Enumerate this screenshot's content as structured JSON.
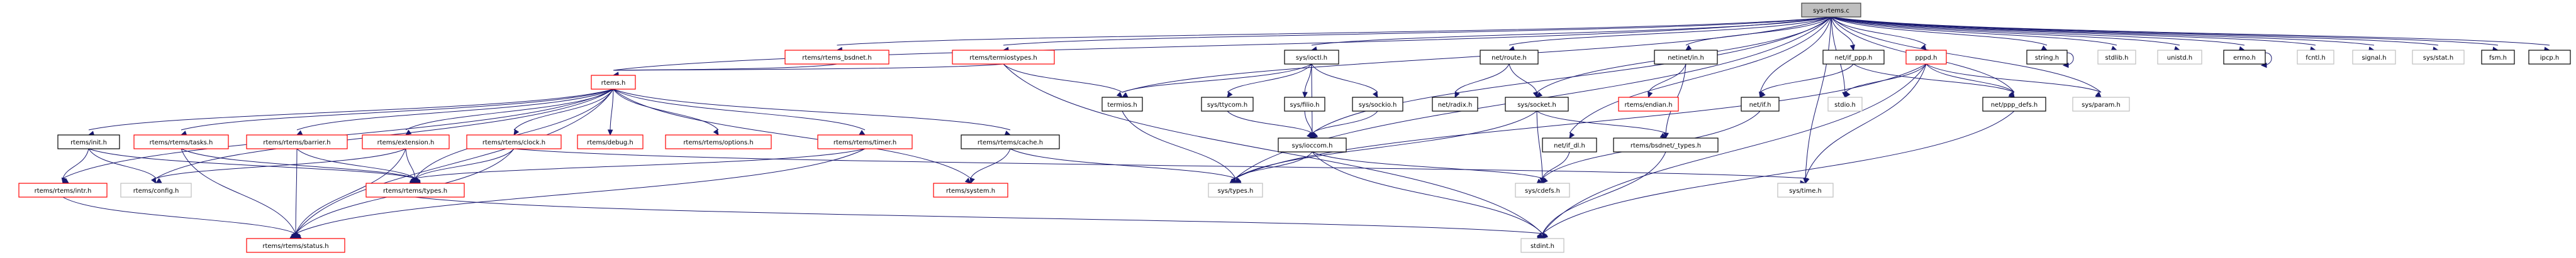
{
  "title": "sys-rtems.c",
  "legend": {
    "root_fill": "#bfbfbf",
    "documented_border": "#000000",
    "truncated_border": "#ff0000",
    "undocumented_border": "#bfbfbf",
    "edge_color": "#191970"
  },
  "nodes": [
    {
      "id": "root",
      "label": "sys-rtems.c",
      "style": "root"
    },
    {
      "id": "bsdnet",
      "label": "rtems/rtems_bsdnet.h",
      "style": "truncated"
    },
    {
      "id": "termiostypes",
      "label": "rtems/termiostypes.h",
      "style": "truncated"
    },
    {
      "id": "ioctl",
      "label": "sys/ioctl.h",
      "style": "doc"
    },
    {
      "id": "route",
      "label": "net/route.h",
      "style": "doc"
    },
    {
      "id": "netin",
      "label": "netinet/in.h",
      "style": "doc"
    },
    {
      "id": "ifppp",
      "label": "net/if_ppp.h",
      "style": "doc"
    },
    {
      "id": "pppd",
      "label": "pppd.h",
      "style": "truncated"
    },
    {
      "id": "string",
      "label": "string.h",
      "style": "doc"
    },
    {
      "id": "stdlib",
      "label": "stdlib.h",
      "style": "undoc"
    },
    {
      "id": "unistd",
      "label": "unistd.h",
      "style": "undoc"
    },
    {
      "id": "errno",
      "label": "errno.h",
      "style": "doc"
    },
    {
      "id": "fcntl",
      "label": "fcntl.h",
      "style": "undoc"
    },
    {
      "id": "signal",
      "label": "signal.h",
      "style": "undoc"
    },
    {
      "id": "stat",
      "label": "sys/stat.h",
      "style": "undoc"
    },
    {
      "id": "fsm",
      "label": "fsm.h",
      "style": "doc"
    },
    {
      "id": "ipcp",
      "label": "ipcp.h",
      "style": "doc"
    },
    {
      "id": "rtems",
      "label": "rtems.h",
      "style": "truncated"
    },
    {
      "id": "termios",
      "label": "termios.h",
      "style": "doc"
    },
    {
      "id": "ttycom",
      "label": "sys/ttycom.h",
      "style": "doc"
    },
    {
      "id": "filio",
      "label": "sys/filio.h",
      "style": "doc"
    },
    {
      "id": "sockio",
      "label": "sys/sockio.h",
      "style": "doc"
    },
    {
      "id": "radix",
      "label": "net/radix.h",
      "style": "doc"
    },
    {
      "id": "socket",
      "label": "sys/socket.h",
      "style": "doc"
    },
    {
      "id": "endian",
      "label": "rtems/endian.h",
      "style": "truncated"
    },
    {
      "id": "netif",
      "label": "net/if.h",
      "style": "doc"
    },
    {
      "id": "stdio",
      "label": "stdio.h",
      "style": "undoc"
    },
    {
      "id": "pppdefs",
      "label": "net/ppp_defs.h",
      "style": "doc"
    },
    {
      "id": "param",
      "label": "sys/param.h",
      "style": "undoc"
    },
    {
      "id": "init",
      "label": "rtems/init.h",
      "style": "doc"
    },
    {
      "id": "tasks",
      "label": "rtems/rtems/tasks.h",
      "style": "truncated"
    },
    {
      "id": "barrier",
      "label": "rtems/rtems/barrier.h",
      "style": "truncated"
    },
    {
      "id": "extension",
      "label": "rtems/extension.h",
      "style": "truncated"
    },
    {
      "id": "clock",
      "label": "rtems/rtems/clock.h",
      "style": "truncated"
    },
    {
      "id": "debug",
      "label": "rtems/debug.h",
      "style": "truncated"
    },
    {
      "id": "options",
      "label": "rtems/rtems/options.h",
      "style": "truncated"
    },
    {
      "id": "timer",
      "label": "rtems/rtems/timer.h",
      "style": "truncated"
    },
    {
      "id": "cache",
      "label": "rtems/rtems/cache.h",
      "style": "doc"
    },
    {
      "id": "ioccom",
      "label": "sys/ioccom.h",
      "style": "doc"
    },
    {
      "id": "ifdl",
      "label": "net/if_dl.h",
      "style": "doc"
    },
    {
      "id": "bsdtypes",
      "label": "rtems/bsdnet/_types.h",
      "style": "doc"
    },
    {
      "id": "intr",
      "label": "rtems/rtems/intr.h",
      "style": "truncated"
    },
    {
      "id": "config",
      "label": "rtems/config.h",
      "style": "undoc"
    },
    {
      "id": "types",
      "label": "rtems/rtems/types.h",
      "style": "truncated"
    },
    {
      "id": "system",
      "label": "rtems/system.h",
      "style": "truncated"
    },
    {
      "id": "systypes",
      "label": "sys/types.h",
      "style": "undoc"
    },
    {
      "id": "cdefs",
      "label": "sys/cdefs.h",
      "style": "undoc"
    },
    {
      "id": "time",
      "label": "sys/time.h",
      "style": "undoc"
    },
    {
      "id": "status",
      "label": "rtems/rtems/status.h",
      "style": "truncated"
    },
    {
      "id": "stdint",
      "label": "stdint.h",
      "style": "undoc"
    }
  ],
  "edges": [
    [
      "root",
      "bsdnet"
    ],
    [
      "root",
      "termiostypes"
    ],
    [
      "root",
      "ioctl"
    ],
    [
      "root",
      "route"
    ],
    [
      "root",
      "netin"
    ],
    [
      "root",
      "ifppp"
    ],
    [
      "root",
      "pppd"
    ],
    [
      "root",
      "string"
    ],
    [
      "root",
      "stdlib"
    ],
    [
      "root",
      "unistd"
    ],
    [
      "root",
      "errno"
    ],
    [
      "root",
      "fcntl"
    ],
    [
      "root",
      "signal"
    ],
    [
      "root",
      "stat"
    ],
    [
      "root",
      "fsm"
    ],
    [
      "root",
      "ipcp"
    ],
    [
      "root",
      "rtems"
    ],
    [
      "root",
      "termios"
    ],
    [
      "root",
      "socket"
    ],
    [
      "root",
      "netif"
    ],
    [
      "root",
      "stdio"
    ],
    [
      "root",
      "pppdefs"
    ],
    [
      "root",
      "param"
    ],
    [
      "root",
      "systypes"
    ],
    [
      "root",
      "time"
    ],
    [
      "root",
      "ioccom"
    ],
    [
      "root",
      "ifdl"
    ],
    [
      "bsdnet",
      "rtems"
    ],
    [
      "termiostypes",
      "rtems"
    ],
    [
      "termiostypes",
      "termios"
    ],
    [
      "termiostypes",
      "stdint"
    ],
    [
      "ioctl",
      "ttycom"
    ],
    [
      "ioctl",
      "filio"
    ],
    [
      "ioctl",
      "sockio"
    ],
    [
      "ioctl",
      "ioccom"
    ],
    [
      "ioctl",
      "termios"
    ],
    [
      "route",
      "radix"
    ],
    [
      "route",
      "socket"
    ],
    [
      "netin",
      "endian"
    ],
    [
      "netin",
      "bsdtypes"
    ],
    [
      "ifppp",
      "netif"
    ],
    [
      "ifppp",
      "pppdefs"
    ],
    [
      "pppd",
      "stdio"
    ],
    [
      "pppd",
      "pppdefs"
    ],
    [
      "pppd",
      "param"
    ],
    [
      "pppd",
      "systypes"
    ],
    [
      "pppd",
      "time"
    ],
    [
      "pppd",
      "stdint"
    ],
    [
      "string",
      "string"
    ],
    [
      "errno",
      "errno"
    ],
    [
      "rtems",
      "init"
    ],
    [
      "rtems",
      "tasks"
    ],
    [
      "rtems",
      "barrier"
    ],
    [
      "rtems",
      "extension"
    ],
    [
      "rtems",
      "clock"
    ],
    [
      "rtems",
      "debug"
    ],
    [
      "rtems",
      "options"
    ],
    [
      "rtems",
      "timer"
    ],
    [
      "rtems",
      "cache"
    ],
    [
      "rtems",
      "intr"
    ],
    [
      "rtems",
      "config"
    ],
    [
      "rtems",
      "types"
    ],
    [
      "rtems",
      "status"
    ],
    [
      "rtems",
      "system"
    ],
    [
      "termios",
      "systypes"
    ],
    [
      "ttycom",
      "ioccom"
    ],
    [
      "filio",
      "ioccom"
    ],
    [
      "sockio",
      "ioccom"
    ],
    [
      "socket",
      "cdefs"
    ],
    [
      "socket",
      "bsdtypes"
    ],
    [
      "socket",
      "systypes"
    ],
    [
      "netif",
      "cdefs"
    ],
    [
      "pppdefs",
      "stdint"
    ],
    [
      "init",
      "intr"
    ],
    [
      "init",
      "config"
    ],
    [
      "init",
      "types"
    ],
    [
      "tasks",
      "types"
    ],
    [
      "tasks",
      "status"
    ],
    [
      "barrier",
      "types"
    ],
    [
      "barrier",
      "status"
    ],
    [
      "extension",
      "types"
    ],
    [
      "extension",
      "status"
    ],
    [
      "extension",
      "config"
    ],
    [
      "clock",
      "types"
    ],
    [
      "clock",
      "status"
    ],
    [
      "clock",
      "time"
    ],
    [
      "timer",
      "types"
    ],
    [
      "timer",
      "status"
    ],
    [
      "cache",
      "system"
    ],
    [
      "cache",
      "systypes"
    ],
    [
      "ioccom",
      "systypes"
    ],
    [
      "ioccom",
      "cdefs"
    ],
    [
      "ioccom",
      "stdint"
    ],
    [
      "ifdl",
      "cdefs"
    ],
    [
      "bsdtypes",
      "stdint"
    ],
    [
      "intr",
      "status"
    ],
    [
      "types",
      "stdint"
    ]
  ]
}
